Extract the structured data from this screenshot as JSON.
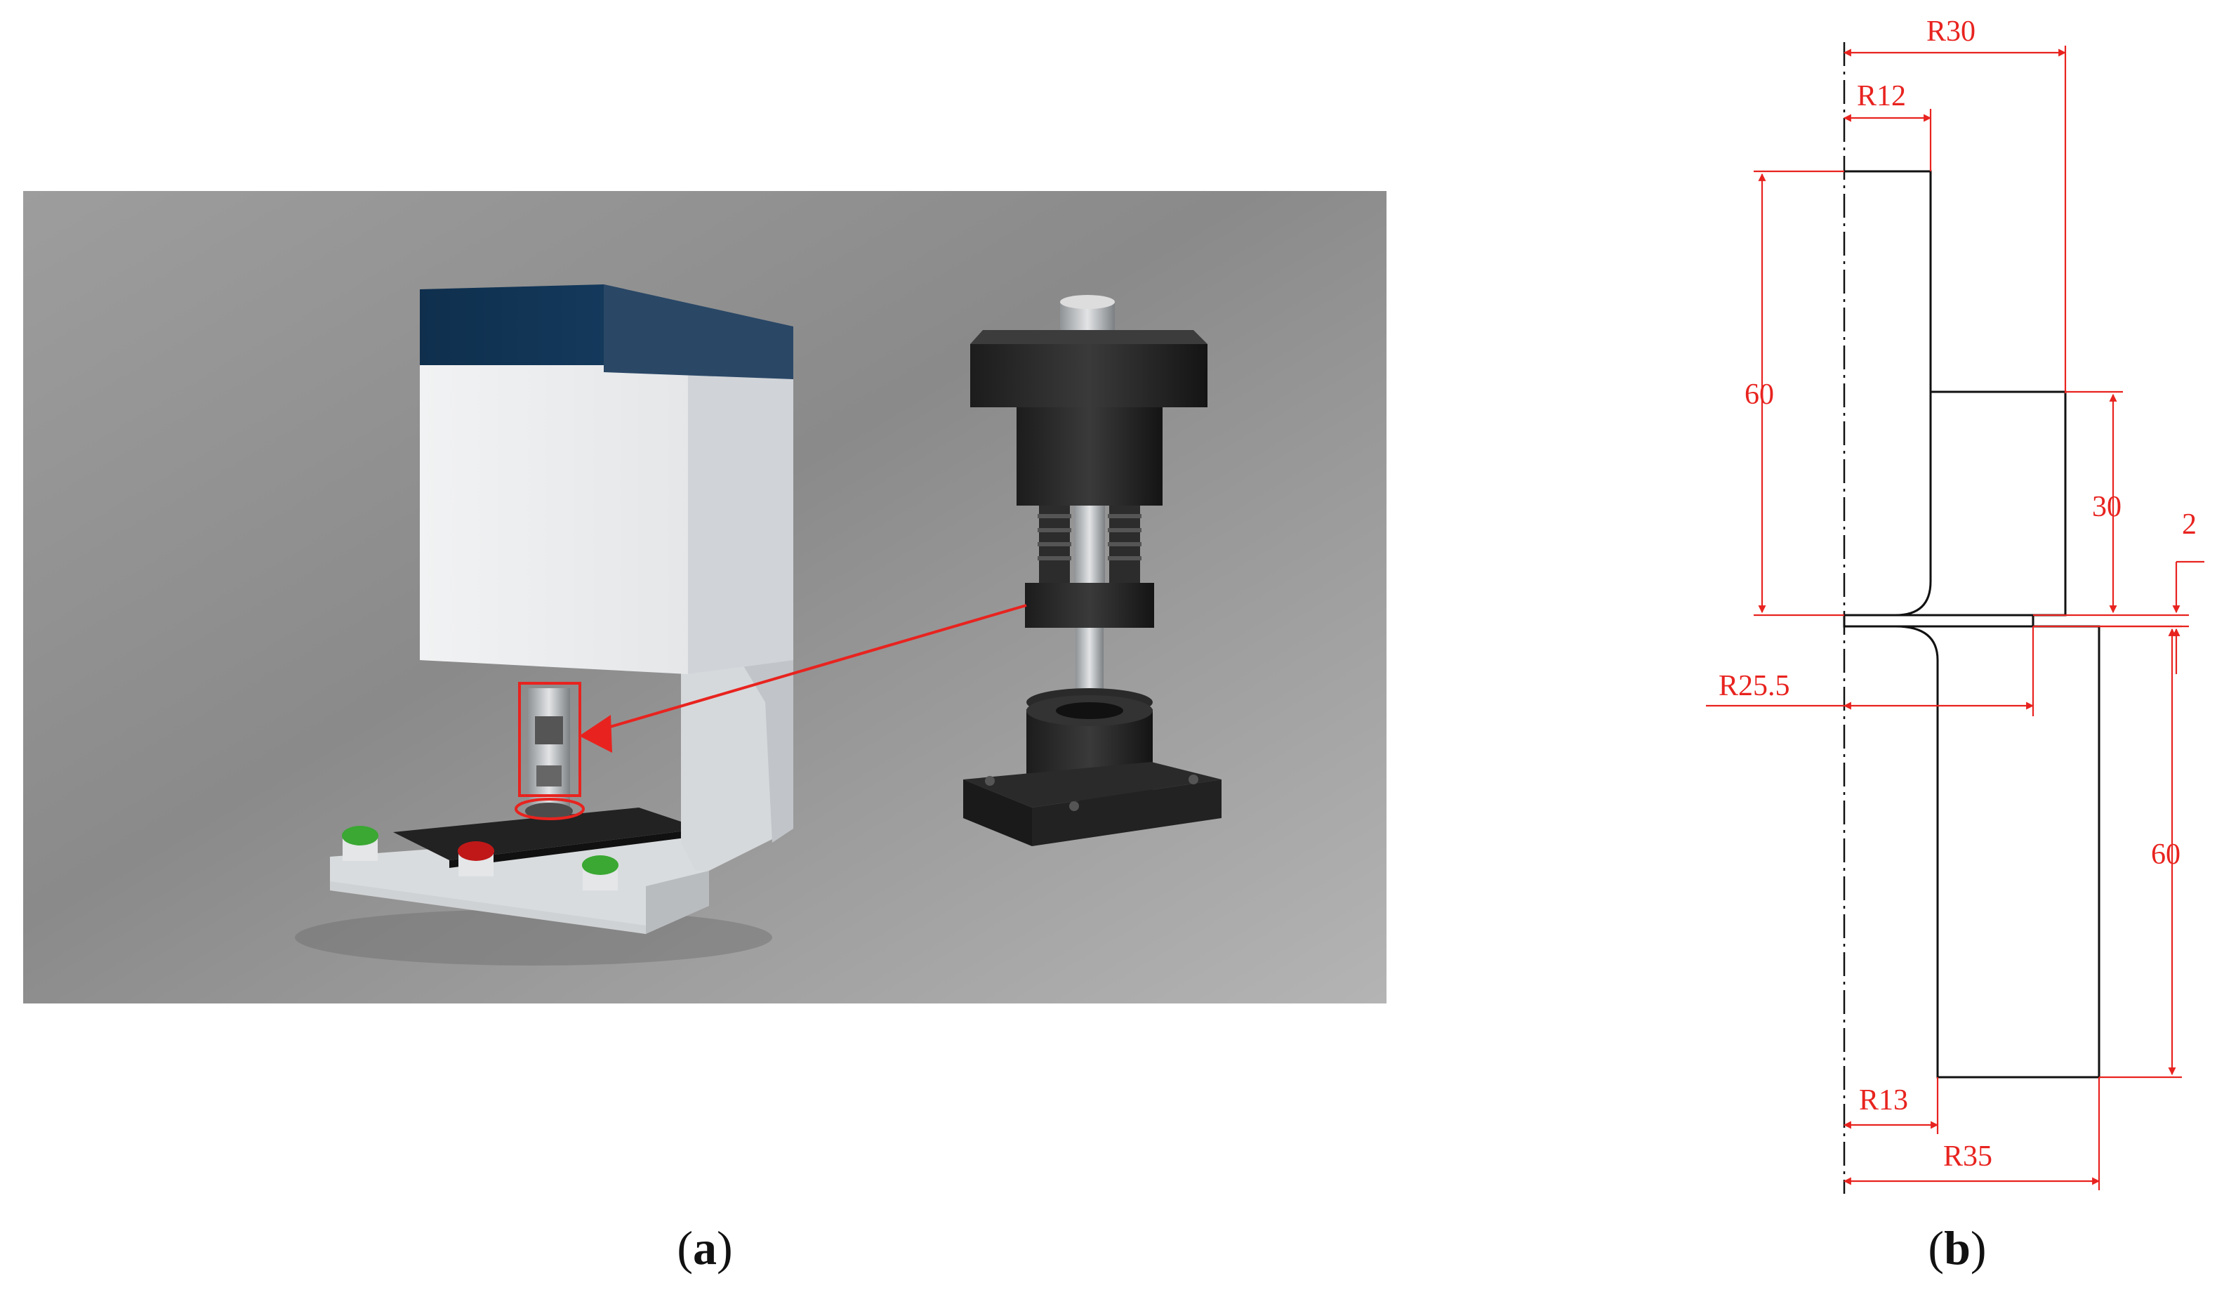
{
  "captions": {
    "a": {
      "open": "(",
      "letter": "a",
      "close": ")"
    },
    "b": {
      "open": "(",
      "letter": "b",
      "close": ")"
    }
  },
  "drawing": {
    "dimensions": {
      "r30": "R30",
      "r12": "R12",
      "h60_top": "60",
      "h30": "30",
      "t2": "2",
      "r25_5": "R25.5",
      "h60_bottom": "60",
      "r13": "R13",
      "r35": "R35"
    }
  },
  "colors": {
    "dimension": "#e8231f",
    "outline": "#111111",
    "housing_top": "#143a5e",
    "housing_body": "#e9ebed",
    "button_green": "#3aa832",
    "button_red": "#c01818"
  }
}
